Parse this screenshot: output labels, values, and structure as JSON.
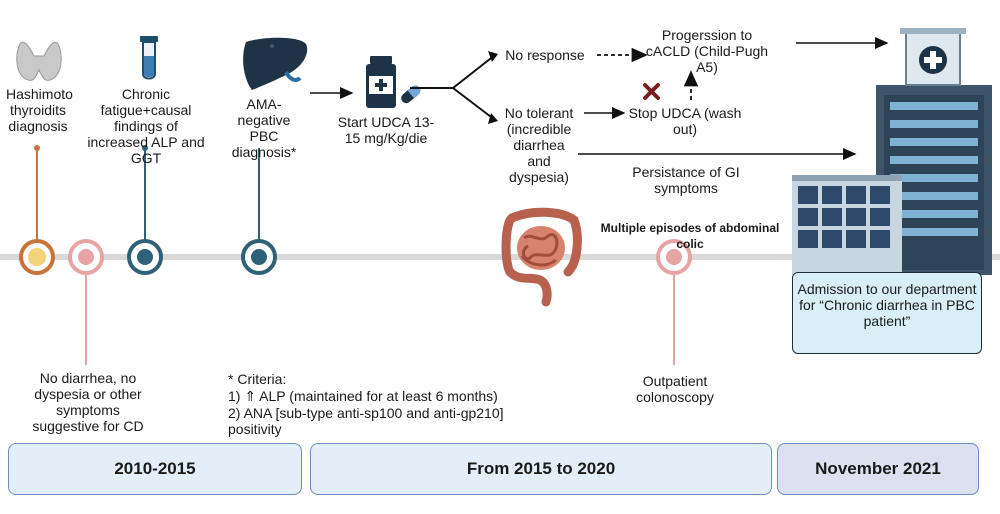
{
  "events_top": {
    "hashimoto": "Hashimoto thyroidits diagnosis",
    "fatigue": "Chronic fatigue+causal findings of increased ALP and GGT",
    "pbc": "AMA-negative PBC diagnosis*",
    "udca": "Start UDCA 13-15 mg/Kg/die"
  },
  "branches": {
    "no_response": "No response",
    "no_tolerant": "No tolerant (incredible diarrhea and dyspesia)",
    "progression": "Progerssion to cACLD (Child-Pugh A5)",
    "stop_udca": "Stop UDCA (wash out)",
    "persistance": "Persistance of GI symptoms",
    "colic": "Multiple episodes of abdominal colic"
  },
  "events_bottom": {
    "no_diarrhea": "No diarrhea, no dyspesia or other symptoms suggestive for CD",
    "colonoscopy": "Outpatient colonoscopy"
  },
  "criteria": {
    "heading": "* Criteria:",
    "item1": "1) ⇑ ALP (maintained for at least 6 months)",
    "item2": "2) ANA [sub-type anti-sp100 and anti-gp210] positivity"
  },
  "admission": "Admission to our department for “Chronic diarrhea in PBC patient”",
  "periods": [
    "2010-2015",
    "From 2015 to 2020",
    "November 2021"
  ],
  "colors": {
    "timeline": "#d9d9d9",
    "orange": "#c8733a",
    "pink": "#e6a4a4",
    "teal": "#2f6178",
    "period_fill": "#e3eef8",
    "period_last": "#dde0ee",
    "admission_fill": "#d8eff8",
    "red_x": "#7a1f1f"
  }
}
